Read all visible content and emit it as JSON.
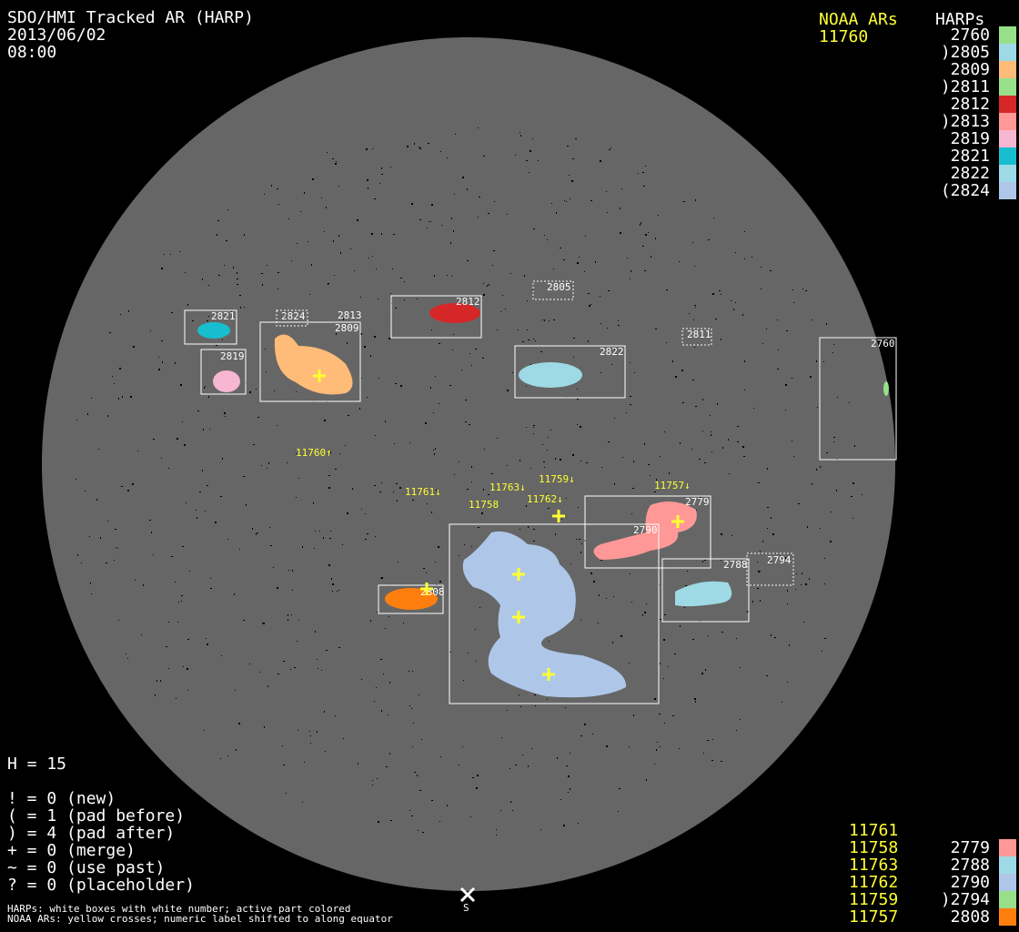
{
  "header": {
    "title": "SDO/HMI Tracked AR (HARP)",
    "date": "2013/06/02",
    "time": "08:00"
  },
  "noaa_header": "NOAA ARs",
  "harps_header": "HARPs",
  "noaa_top": [
    "11760"
  ],
  "harps_top": [
    {
      "label": " 2760",
      "color": "#98df8a"
    },
    {
      "label": ")2805",
      "color": "#9edae5"
    },
    {
      "label": " 2809",
      "color": "#ffbb78"
    },
    {
      "label": ")2811",
      "color": "#98df8a"
    },
    {
      "label": " 2812",
      "color": "#d62728"
    },
    {
      "label": ")2813",
      "color": "#ff9896"
    },
    {
      "label": " 2819",
      "color": "#f7b6d2"
    },
    {
      "label": " 2821",
      "color": "#17becf"
    },
    {
      "label": " 2822",
      "color": "#9edae5"
    },
    {
      "label": "(2824",
      "color": "#aec7e8"
    }
  ],
  "noaa_bottom": [
    "11761",
    "11758",
    "11763",
    "11762",
    "11759",
    "11757"
  ],
  "harps_bottom": [
    {
      "label": " 2779",
      "color": "#ff9896"
    },
    {
      "label": " 2788",
      "color": "#9edae5"
    },
    {
      "label": " 2790",
      "color": "#aec7e8"
    },
    {
      "label": ")2794",
      "color": "#98df8a"
    },
    {
      "label": " 2808",
      "color": "#ff7f0e"
    }
  ],
  "stats": {
    "h": "H = 15",
    "lines": [
      "! = 0 (new)",
      "( = 1 (pad before)",
      ") = 4 (pad after)",
      "+ = 0 (merge)",
      "~ = 0 (use past)",
      "? = 0 (placeholder)"
    ]
  },
  "footnotes": [
    "HARPs: white boxes with white number; active part colored",
    "NOAA ARs: yellow crosses; numeric label shifted to along equator"
  ],
  "south_label": "S",
  "disk": {
    "harp_labels": {
      "h2821": "2821",
      "h2824": "2824",
      "h2813": "2813",
      "h2809": "2809",
      "h2812": "2812",
      "h2805": "2805",
      "h2811": "2811",
      "h2819": "2819",
      "h2822": "2822",
      "h2760": "2760",
      "h2779": "2779",
      "h2790": "2790",
      "h2794": "2794",
      "h2788": "2788",
      "h2808": "2808"
    },
    "noaa_labels": {
      "n11760": "11760↑",
      "n11761": "11761↓",
      "n11763": "11763↓",
      "n11758": "11758",
      "n11759": "11759↓",
      "n11762": "11762↓",
      "n11757": "11757↓"
    }
  }
}
